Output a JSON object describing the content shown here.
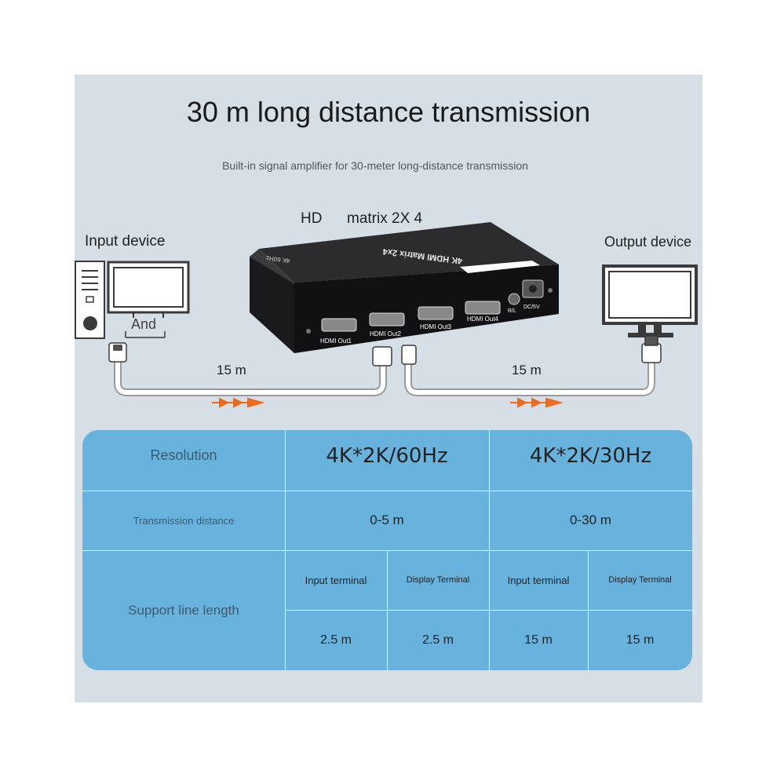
{
  "header": {
    "title": "30 m long distance transmission",
    "subtitle": "Built-in signal amplifier for 30-meter long-distance transmission"
  },
  "diagram": {
    "device_title_hd": "HD",
    "device_title_matrix": "matrix 2X 4",
    "input_label": "Input device",
    "output_label": "Output device",
    "and_label": "And",
    "left_distance": "15 m",
    "right_distance": "15 m",
    "device_top_label": "4K HDMI Matrix 2x4",
    "device_side_label": "4K 60Hz",
    "device_logo": "HDMI",
    "ports": [
      "HDMI Out1",
      "HDMI Out2",
      "HDMI Out3",
      "HDMI Out4"
    ],
    "rl_label": "R/L",
    "dc_label": "DC/5V",
    "colors": {
      "arrow": "#f06a1e",
      "table": "#67b3de",
      "device": "#222222"
    },
    "icons": [
      "computer-tower-icon",
      "monitor-icon",
      "output-monitor-icon",
      "hdmi-plug-icon",
      "signal-arrow-icon"
    ]
  },
  "table": {
    "resolution_label": "Resolution",
    "res_60": "4K*2K/60Hz",
    "res_30": "4K*2K/30Hz",
    "distance_label": "Transmission distance",
    "dist_60": "0-5 m",
    "dist_30": "0-30 m",
    "support_label": "Support line length",
    "sub_headers": [
      "Input terminal",
      "Display Terminal",
      "Input terminal",
      "Display Terminal"
    ],
    "lengths": [
      "2.5 m",
      "2.5 m",
      "15 m",
      "15 m"
    ]
  }
}
